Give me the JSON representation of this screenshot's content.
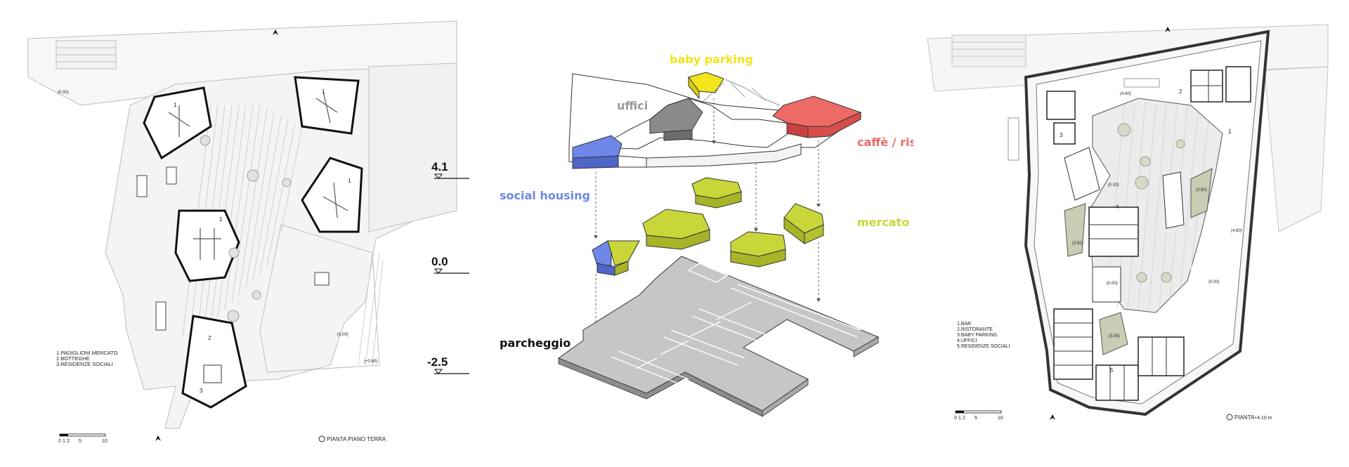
{
  "left_plan": {
    "title": "PIANTA PIANO TERRA",
    "legend": [
      "1.PADIGLIONI MERCATO",
      "2.BOTTEGHE",
      "3.RESIDENZE SOCIALI"
    ],
    "scale": [
      "0",
      "1",
      "2",
      "5",
      "10"
    ],
    "numbers": [
      "1",
      "1",
      "1",
      "1",
      "2",
      "3"
    ],
    "elevations": [
      "(0.00)",
      "(0.00)",
      "(+0.80)"
    ]
  },
  "levels": [
    "4.1",
    "0.0",
    "-2.5"
  ],
  "axo": {
    "labels": {
      "baby_parking": "baby parking",
      "uffici": "uffici",
      "caffe": "caffè / ristorante",
      "social_housing": "social housing",
      "mercato": "mercato coperto",
      "parcheggio": "parcheggio"
    },
    "colors": {
      "baby_parking": "#f2e51b",
      "uffici": "#8a8a8a",
      "caffe": "#ee6a66",
      "social_housing": "#6f87e6",
      "mercato": "#c8d63a",
      "parking": "#c6c6c6"
    }
  },
  "right_plan": {
    "title": "PIANTA",
    "title_level": "+4.10 m",
    "legend": [
      "1.BAR",
      "2.RISTORANTE",
      "3.BABY PARKING",
      "4.UFFICI",
      "5.RESIDENZE SOCIALI"
    ],
    "scale": [
      "0",
      "1",
      "2",
      "5",
      "10"
    ],
    "numbers": [
      "1",
      "2",
      "3",
      "4",
      "5"
    ],
    "elevations": [
      "(4.60)",
      "(0.00)",
      "(3.50)",
      "(4.60)",
      "(3.50)",
      "(0.00)",
      "(0.00)",
      "(3.50)"
    ]
  }
}
